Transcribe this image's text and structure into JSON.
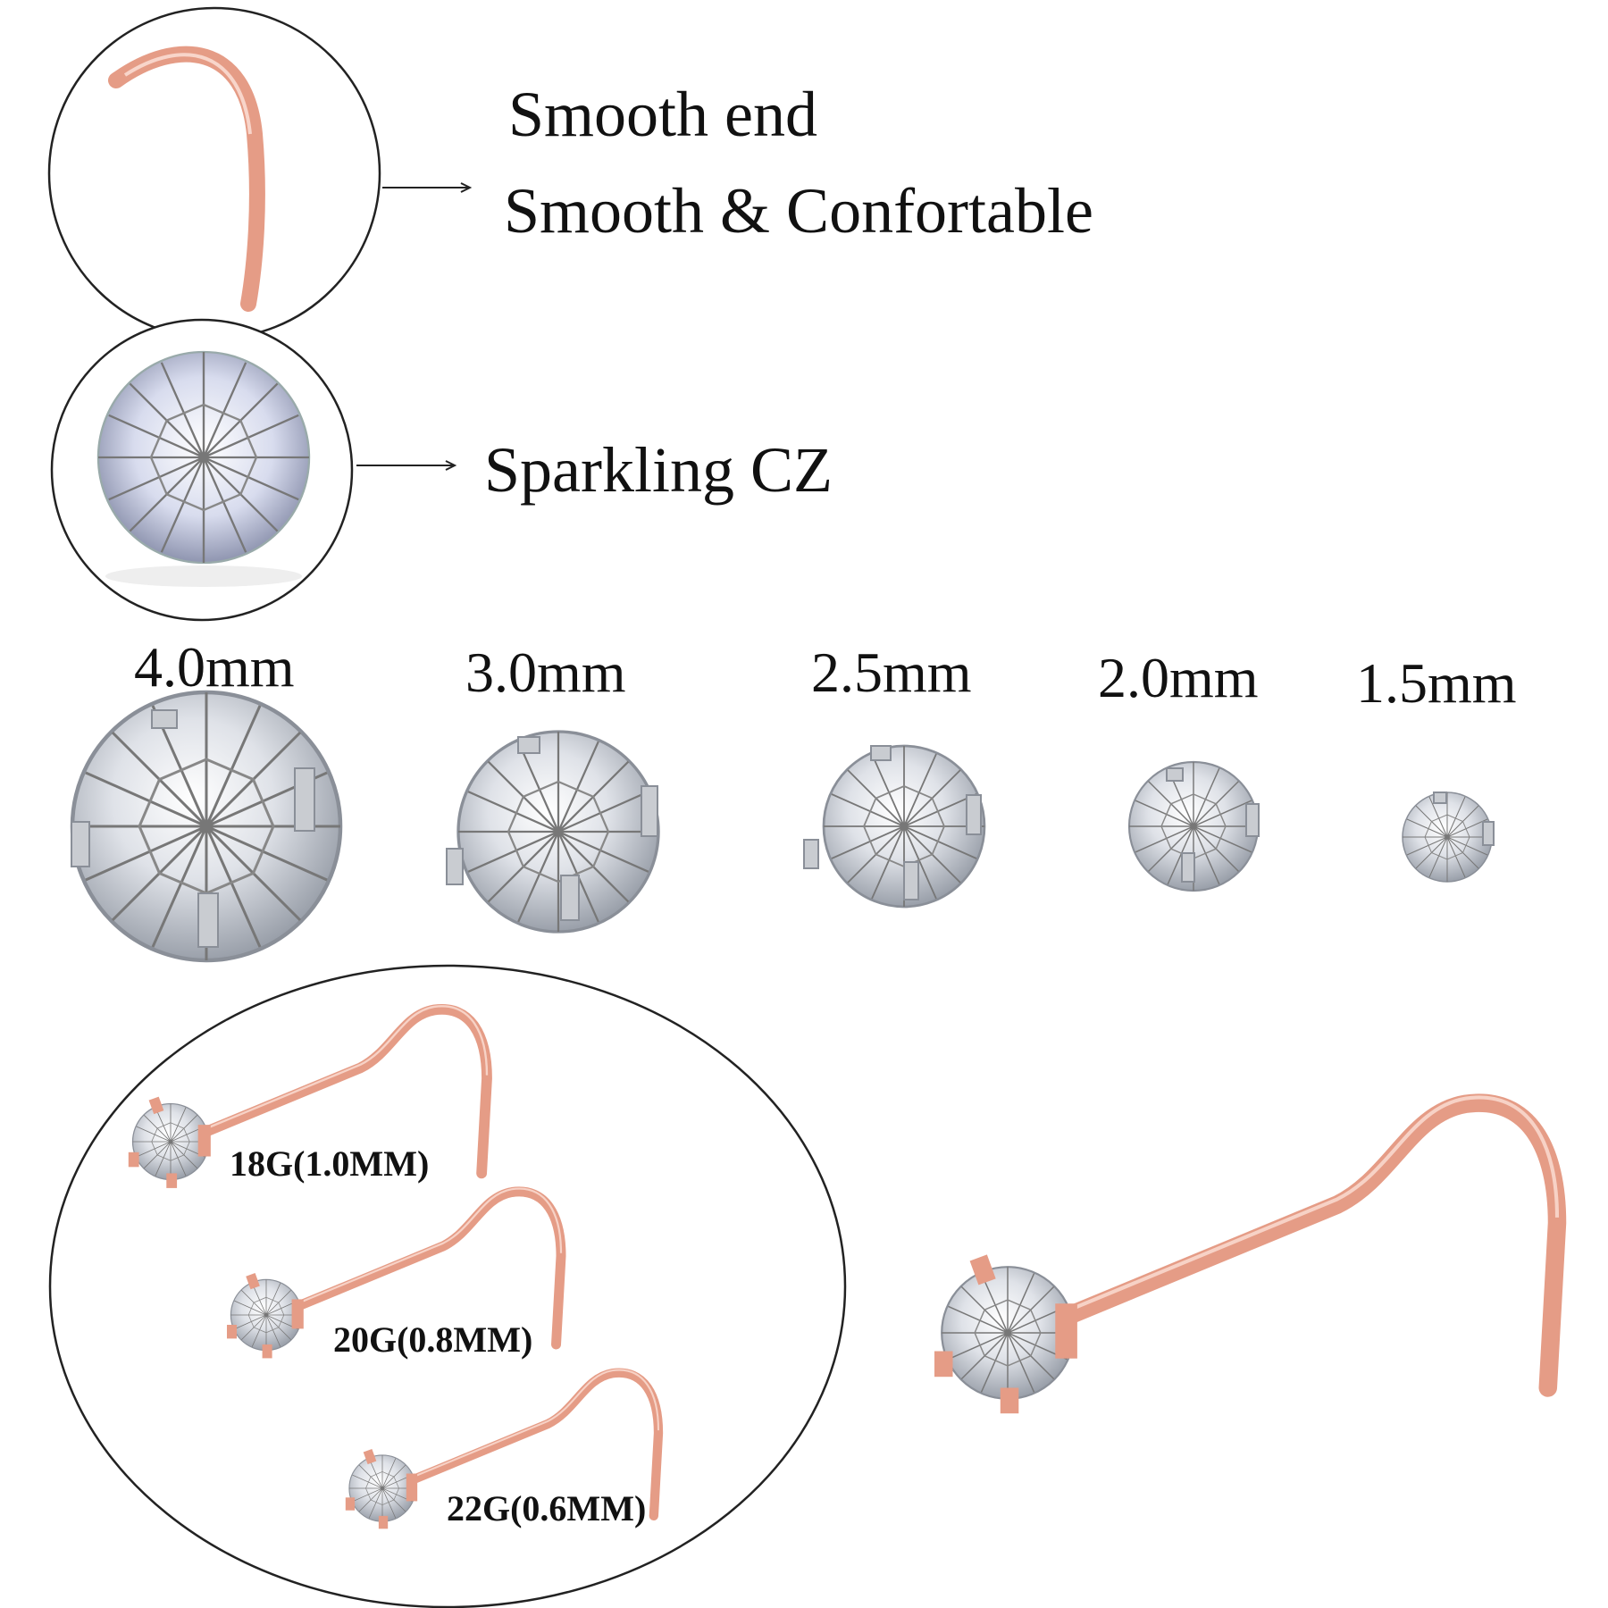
{
  "features": [
    {
      "icon": "smooth-end-closeup",
      "lines": [
        "Smooth end",
        "Smooth & Confortable"
      ]
    },
    {
      "icon": "cz-stone-closeup",
      "lines": [
        "Sparkling CZ"
      ]
    }
  ],
  "stone_sizes": [
    "4.0mm",
    "3.0mm",
    "2.5mm",
    "2.0mm",
    "1.5mm"
  ],
  "gauges": [
    "18G(1.0MM)",
    "20G(0.8MM)",
    "22G(0.6MM)"
  ],
  "colors": {
    "rose_gold": "#e59c86",
    "silver": "#c9ccd1",
    "outline": "#222222"
  }
}
